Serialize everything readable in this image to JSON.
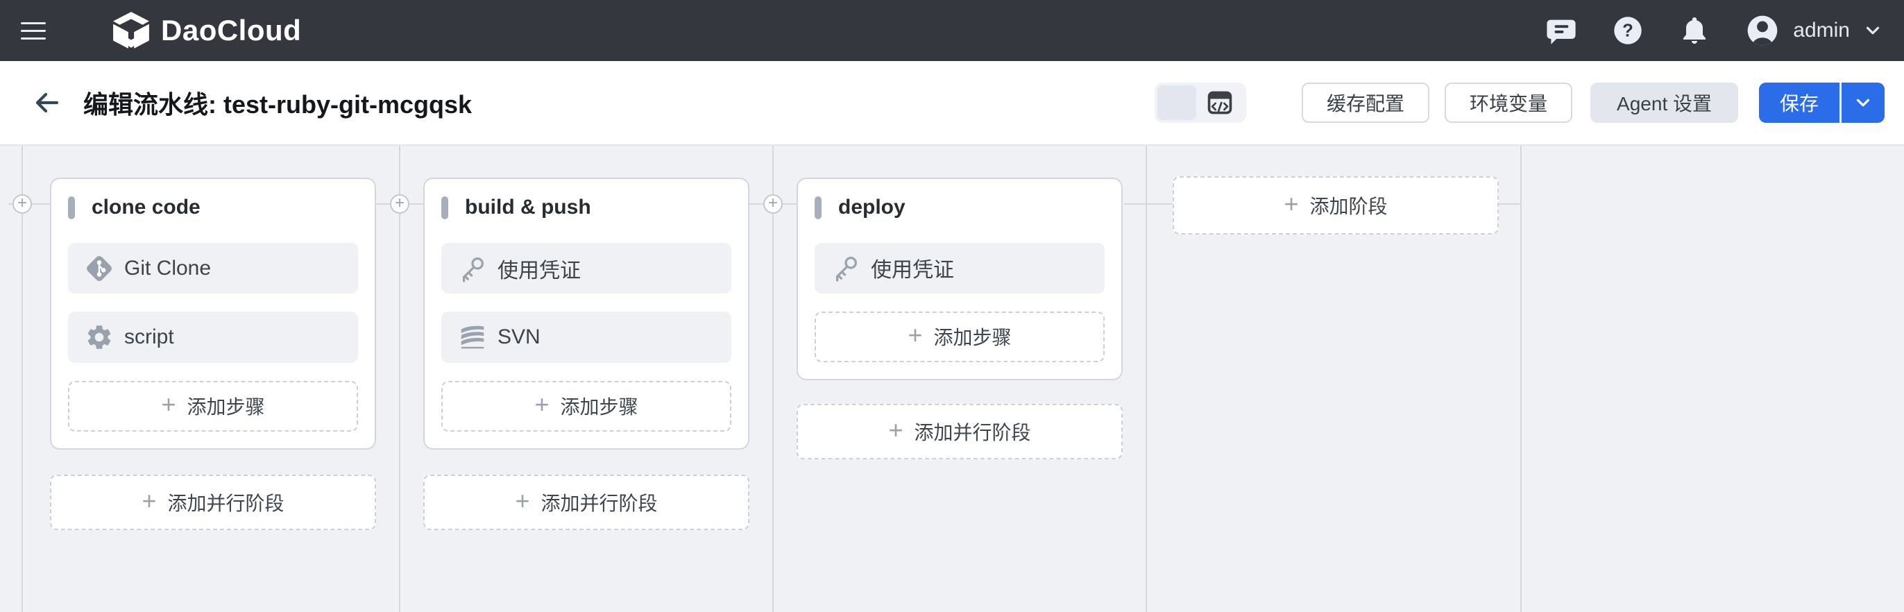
{
  "navbar": {
    "brand": "DaoCloud",
    "user": "admin"
  },
  "titlebar": {
    "title": "编辑流水线: test-ruby-git-mcgqsk",
    "cache_button": "缓存配置",
    "env_button": "环境变量",
    "agent_button": "Agent 设置",
    "save_button": "保存"
  },
  "canvas": {
    "stages": [
      {
        "name": "clone code",
        "steps": [
          {
            "icon": "git-icon",
            "label": "Git Clone"
          },
          {
            "icon": "gear-icon",
            "label": "script"
          }
        ],
        "add_step": "添加步骤",
        "add_parallel": "添加并行阶段"
      },
      {
        "name": "build & push",
        "steps": [
          {
            "icon": "key-icon",
            "label": "使用凭证"
          },
          {
            "icon": "svn-icon",
            "label": "SVN"
          }
        ],
        "add_step": "添加步骤",
        "add_parallel": "添加并行阶段"
      },
      {
        "name": "deploy",
        "steps": [
          {
            "icon": "key-icon",
            "label": "使用凭证"
          }
        ],
        "add_step": "添加步骤",
        "add_parallel": "添加并行阶段"
      }
    ],
    "add_stage": "添加阶段"
  },
  "icons": {
    "plus": "+"
  },
  "colors": {
    "navbar_bg": "#34373e",
    "accent_blue": "#2b6ce8",
    "canvas_bg": "#f0f1f5",
    "line_gray": "#d5d8e0"
  }
}
